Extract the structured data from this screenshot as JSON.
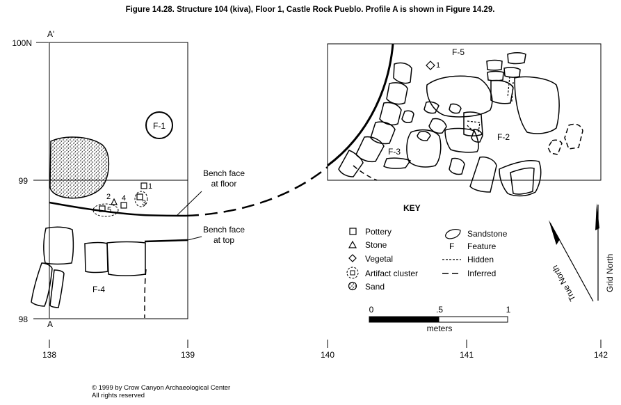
{
  "title": "Figure 14.28.  Structure 104 (kiva), Floor 1, Castle Rock Pueblo. Profile A is shown in Figure 14.29.",
  "grid": {
    "y_labels": [
      "100N",
      "99",
      "98"
    ],
    "x_labels": [
      "138",
      "139",
      "140",
      "141",
      "142"
    ],
    "profile_top": "A'",
    "profile_bottom": "A"
  },
  "features": {
    "f1": "F-1",
    "f2": "F-2",
    "f3": "F-3",
    "f4": "F-4",
    "f5": "F-5"
  },
  "artifacts": [
    "1",
    "2",
    "3",
    "4",
    "5"
  ],
  "vegetal_label": "1",
  "annotations": {
    "bench_floor": [
      "Bench face",
      "at floor"
    ],
    "bench_top": [
      "Bench face",
      "at top"
    ]
  },
  "key": {
    "title": "KEY",
    "items": [
      {
        "symbol": "pottery-square",
        "label": "Pottery"
      },
      {
        "symbol": "stone-triangle",
        "label": "Stone"
      },
      {
        "symbol": "vegetal-diamond",
        "label": "Vegetal"
      },
      {
        "symbol": "artifact-cluster",
        "label": "Artifact cluster"
      },
      {
        "symbol": "sand-stipple",
        "label": "Sand"
      },
      {
        "symbol": "sandstone-outline",
        "label": "Sandstone"
      },
      {
        "symbol": "F",
        "label": "Feature"
      },
      {
        "symbol": "hidden-dotted",
        "label": "Hidden"
      },
      {
        "symbol": "inferred-dashed",
        "label": "Inferred"
      }
    ]
  },
  "scale": {
    "ticks": [
      "0",
      ".5",
      "1"
    ],
    "unit": "meters"
  },
  "north": {
    "true": "True North",
    "grid": "Grid North"
  },
  "copyright": [
    "© 1999 by Crow Canyon Archaeological Center",
    "All rights reserved"
  ]
}
